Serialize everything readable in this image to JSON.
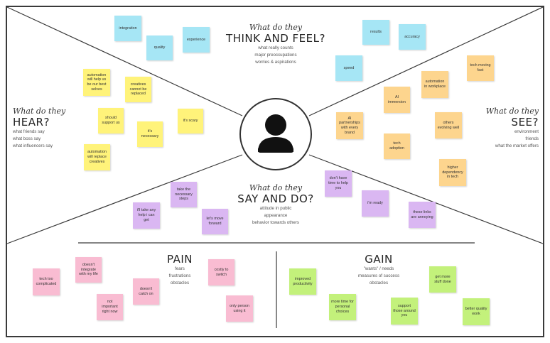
{
  "sections": {
    "think_feel": {
      "intro": "What do they",
      "title": "THINK AND FEEL?",
      "lines": [
        "what really counts",
        "major preoccupations",
        "worries & aspirations"
      ]
    },
    "hear": {
      "intro": "What do they",
      "title": "HEAR?",
      "lines": [
        "what friends say",
        "what boss say",
        "what influencers say"
      ]
    },
    "see": {
      "intro": "What do they",
      "title": "SEE?",
      "lines": [
        "environment",
        "friends",
        "what the market offers"
      ]
    },
    "say_do": {
      "intro": "What do they",
      "title": "SAY AND DO?",
      "lines": [
        "attitude in public",
        "appearance",
        "behavior towards others"
      ]
    },
    "pain": {
      "title": "PAIN",
      "lines": [
        "fears",
        "frustrations",
        "obstacles"
      ]
    },
    "gain": {
      "title": "GAIN",
      "lines": [
        "\"wants\" / needs",
        "measures of success",
        "obstacles"
      ]
    }
  },
  "colors": {
    "blue": "#a6e6f5",
    "yellow": "#fff37a",
    "orange": "#fdd58e",
    "purple": "#dab7f2",
    "pink": "#f9bcd2",
    "green": "#c3f17b",
    "line": "#3a3a3a"
  },
  "stickies": {
    "think": [
      "integration",
      "quality",
      "experience",
      "results",
      "accuracy",
      "speed"
    ],
    "hear": [
      "automation will help us be our best selves",
      "creatives cannot be replaced",
      "should support us",
      "it's necessary",
      "it's scary",
      "automation will replace creatives"
    ],
    "see": [
      "automation in workplace",
      "tech moving fast",
      "AI immersion",
      "AI partnerships with every brand",
      "others evolving well",
      "tech adoption",
      "higher dependency in tech"
    ],
    "say": [
      "take the necessary steps",
      "i'll take any help i can get",
      "let's move forward",
      "don't have time to help you",
      "i'm ready",
      "these links are annoying"
    ],
    "pain": [
      "tech too complicated",
      "doesn't integrate with my life",
      "doesn't catch on",
      "costly to switch",
      "not important right now",
      "only person using it"
    ],
    "gain": [
      "improved productivity",
      "more time for personal choices",
      "support those around you",
      "get more stuff done",
      "better quality work"
    ]
  },
  "avatar": {
    "icon": "person-icon"
  }
}
